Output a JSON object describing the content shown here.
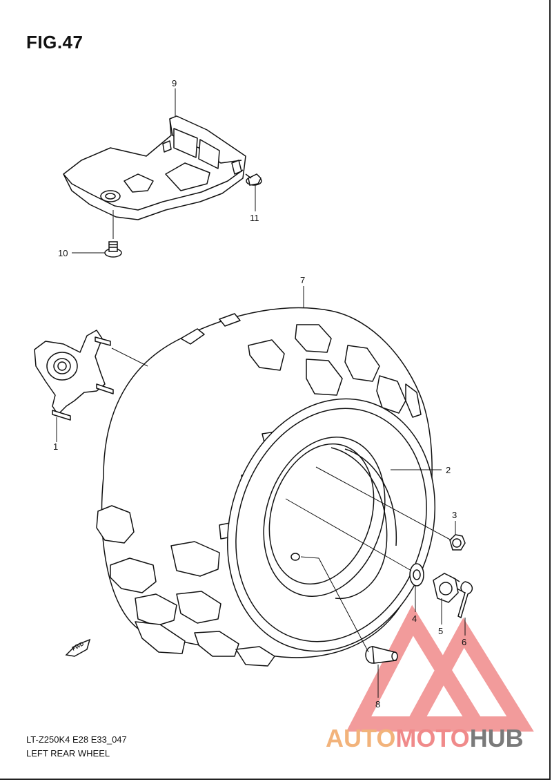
{
  "figure": {
    "title": "FIG.47",
    "model_code": "LT-Z250K4 E28 E33_047",
    "section_name": "LEFT REAR WHEEL",
    "fwd_label": "FWD"
  },
  "callouts": {
    "p1": "1",
    "p2": "2",
    "p3": "3",
    "p4": "4",
    "p5": "5",
    "p6": "6",
    "p7": "7",
    "p8": "8",
    "p9": "9",
    "p10": "10",
    "p11": "11"
  },
  "watermark": {
    "part1": "AUTO",
    "part2": "MOTO",
    "part3": "HUB",
    "colors": {
      "orange": "#f2b37b",
      "red": "#f08a8a",
      "gray": "#7a7a7a"
    }
  }
}
